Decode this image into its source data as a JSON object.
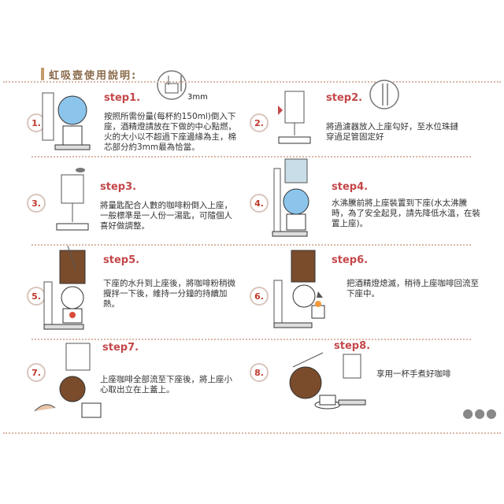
{
  "title": "虹吸壺使用說明:",
  "callout": "3mm",
  "steps": [
    {
      "num": "1.",
      "label": "step1.",
      "text": "按照所需份量(每杯約150ml)倒入下座，酒精燈請放在下做的中心點燃，火的大小以不超過下座邊緣為主，棉芯部分約3mm最為恰當。"
    },
    {
      "num": "2.",
      "label": "step2.",
      "text": "將過濾器放入上座勾好，至水位珠鏈穿過足管固定好"
    },
    {
      "num": "3.",
      "label": "step3.",
      "text": "將量匙配合人數的咖啡粉倒入上座，一般標準是一人份一湯匙，可隨個人喜好做調整。"
    },
    {
      "num": "4.",
      "label": "step4.",
      "text": "水沸騰前將上座裝置到下座(水太沸騰時，為了安全起見，請先降低水溫，在裝置上座)。"
    },
    {
      "num": "5.",
      "label": "step5.",
      "text": "下座的水升到上座後，將咖啡粉稍微攪拌一下後，維持一分鐘的持續加熱。"
    },
    {
      "num": "6.",
      "label": "step6.",
      "text": "把酒精燈熄滅，稍待上座咖啡回流至下座中。"
    },
    {
      "num": "7.",
      "label": "step7.",
      "text": "上座咖啡全部流至下座後，將上座小心取出立在上蓋上。"
    },
    {
      "num": "8.",
      "label": "step8.",
      "text": "享用一杯手煮好咖啡"
    }
  ],
  "colors": {
    "accent": "#c4474a",
    "divider": "#d9b8a6",
    "title": "#8a6a4a"
  }
}
